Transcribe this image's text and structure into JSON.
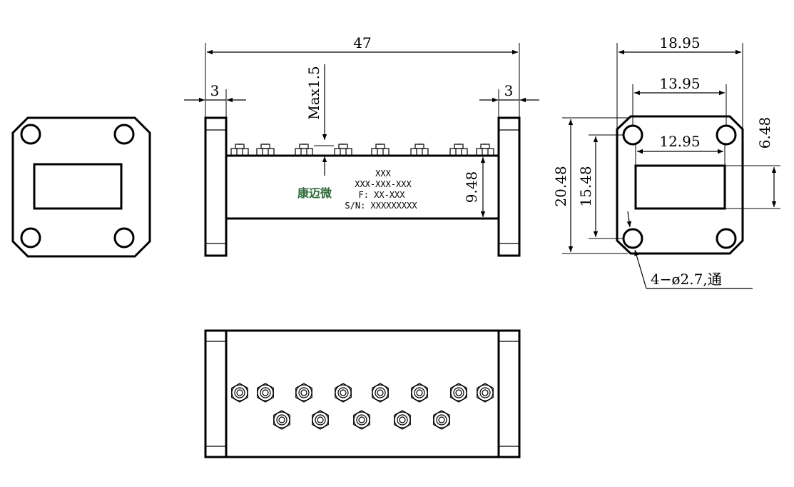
{
  "colors": {
    "line": "#000000",
    "background": "#ffffff",
    "brand_text": "#2e6b3a"
  },
  "dimensions": {
    "overall_length": "47",
    "flange_thickness_left": "3",
    "flange_thickness_right": "3",
    "tuning_screw_max": "Max1.5",
    "body_height": "9.48",
    "flange_width": "18.95",
    "hole_spacing_horizontal": "13.95",
    "aperture_width": "12.95",
    "aperture_height": "6.48",
    "flange_height": "20.48",
    "hole_spacing_vertical": "15.48",
    "hole_callout": "4−ø2.7,通"
  },
  "nameplate": {
    "brand": "康迈微",
    "model": "XXX",
    "part_number": "XXX-XXX-XXX",
    "frequency": "F: XX-XXX",
    "serial": "S/N: XXXXXXXXX"
  }
}
